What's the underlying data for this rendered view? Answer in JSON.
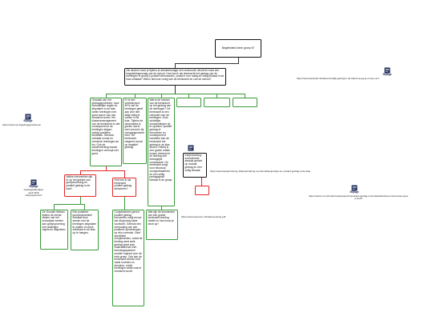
{
  "colors": {
    "green": "#3a9a3a",
    "red": "#e32626",
    "line": "#333333",
    "icon": "#1f2d5a",
    "border": "#111111"
  },
  "icons": {
    "attachment": "document-icon"
  },
  "root": {
    "text": "Begeleidend leren groep 6?"
  },
  "question": {
    "text": "Als student moet je tijdens je afstudeerstage een onderzoek uitvoeren naar een begeleidingsvraag van de school. Hoe kan ik als leerkracht het gedrag van de leerlingen in groep 6 positief beïnvloeden, zodat er een rustig en veilig klimaat in de klas ontstaat? Wat is hiervoor nodig van de leerkracht en van de school?"
  },
  "branches": [
    {
      "text": "Oorzaak van het gedragsprobleem: door onduidelijke regels en afspraken in de klas weten leerlingen niet goed wat er van hen verwacht wordt. Het klassenmanagement van de leerkracht is niet consequent en de leerlingen krijgen weinig positieve feedback. Hierdoor ontstaat onrust en verstoren leerlingen de les. Ook de samenwerking tussen leerlingen verloopt niet goed."
    },
    {
      "text": "Er is een verbeterpunt: 50% van de leerlingen geeft aan zich niet altijd veilig te voelen in de klas. Tijdens de observaties is gezien dat er veel onrust is bij overgangsmomenten. De leerkracht reageert vooral op negatief gedrag."
    },
    {
      "text": "Wat is de invloed van de leerkracht op het gedrag van de leerlingen? De leerkracht is een rolmodel voor de leerlingen. Door duidelijke verwachtingen uit te spreken, positief gedrag te benoemen en consequent te handelen kan de leerkracht het gedrag in de klas sturen. Hierbij is een goede relatie tussen leerkracht en leerling een belangrijke voorwaarde. De leerkracht zorgt voor structuur, voorspelbaarheid en een veilig pedagogisch klimaat in de groep."
    }
  ],
  "red_nodes": [
    {
      "text": "Welke interventies zijn er op het gebied van groepsvorming en positief gedrag in de klas?"
    },
    {
      "text": "Hoe kan ik als leerkracht positief gedrag stimuleren?"
    }
  ],
  "leaves": [
    {
      "text": "De Gouden Weken: tijdens de eerste weken van het schooljaar werken aan groepsvorming met duidelijke regels en afspraken."
    },
    {
      "text": "Een positieve groepsdynamiek ontstaat door samen met de leerlingen afspraken te maken en deze zichtbaar in de klas op te hangen."
    },
    {
      "text": "Complimenten geven: positief gedrag benoemen zorgt ervoor dat dit gedrag vaker voorkomt. Gebruik een verhouding van vier positieve opmerkingen op één correctie. Geef specifieke complimenten, zodat de leerling weet welk gedrag goed was. Daarnaast kan een beloningssysteem worden ingezet voor de hele groep. Ook kan de leerkracht werken met vaste routines en structuur, zodat leerlingen weten wat er verwacht wordt."
    },
    {
      "text": "Wat zijn de kenmerken van een goede leerkracht-leerling relatie en hoe bouw je deze op?"
    }
  ],
  "note": {
    "text": "Kanjertraining: schoolbrede aanpak gericht op sociaal gedrag en een veilig klimaat."
  },
  "attachments": {
    "top_right": {
      "label": "Bijlage",
      "url": "https://www.leraar24.nl/video/moeilijk-gedrag-in-de-klas-hoe-ga-je-ermee-om/"
    },
    "left_top": {
      "label": "Bijlage",
      "url": "https://www.nji.nl/gedragsproblemen"
    },
    "left_bottom": {
      "label": "Bijlage",
      "lines": [
        "Gedragsafspraken",
        "april 2019",
        "Lkbgroep6.docx"
      ]
    },
    "right": {
      "label": "Bijlage",
      "url": "https://www.nro.nl/onderzoeksprojecten/positief-gedrag-in-de-klas/effectieve-interventies-groep-6.pdf"
    },
    "note_link": {
      "url": "https://www.kanjertraining.nl/kanjertraining-op-school/kanjerwijze-en-positief-gedrag-in-de-klas"
    },
    "leaf_link": {
      "url": "https://www.wij-leren.nl/relatie-leerling.pdf"
    }
  }
}
